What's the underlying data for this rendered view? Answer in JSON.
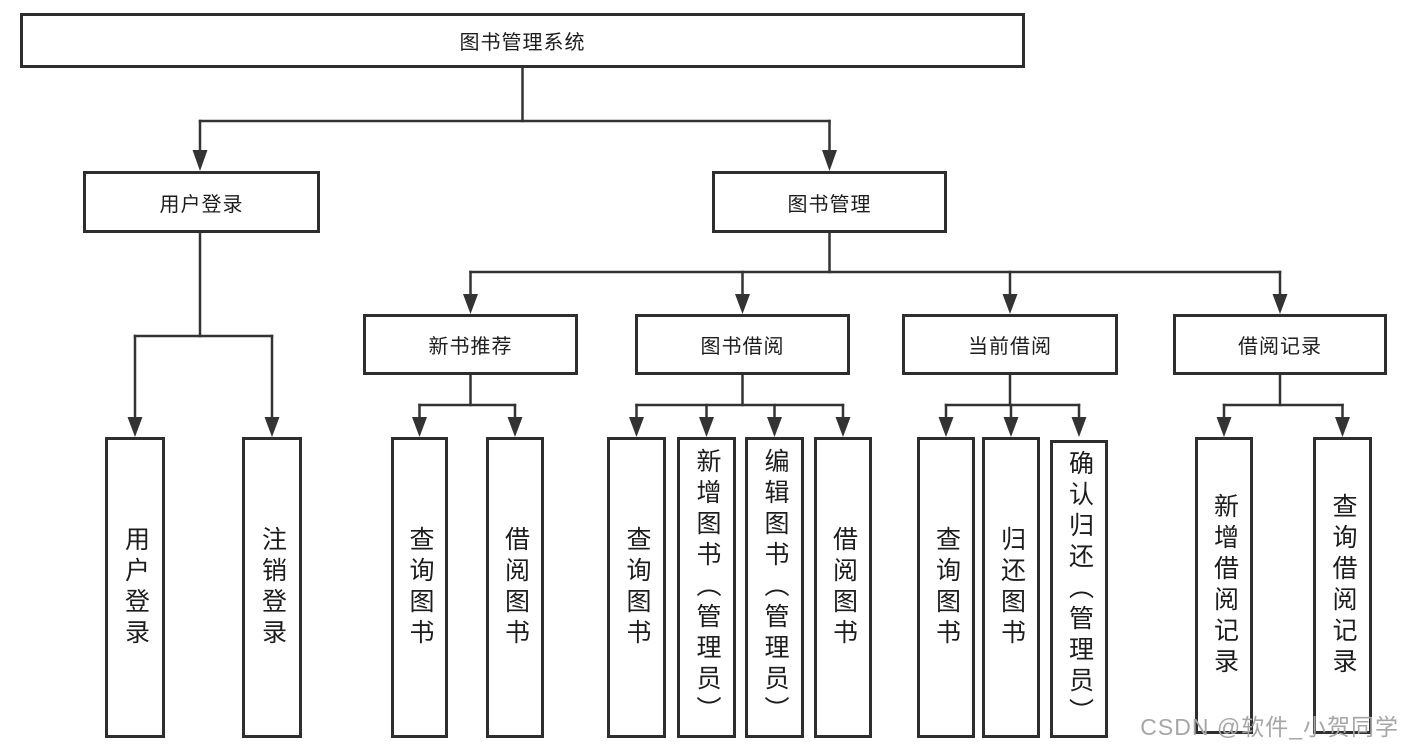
{
  "nodes": {
    "root": "图书管理系统",
    "level2": [
      "用户登录",
      "图书管理"
    ],
    "level3": [
      "新书推荐",
      "图书借阅",
      "当前借阅",
      "借阅记录"
    ],
    "user_login_children": [
      "用户登录",
      "注销登录"
    ],
    "new_book_children": [
      "查询图书",
      "借阅图书"
    ],
    "book_borrow_children": [
      "查询图书",
      "新增图书（管理员）",
      "编辑图书（管理员）",
      "借阅图书"
    ],
    "current_borrow_children": [
      "查询图书",
      "归还图书",
      "确认归还（管理员）"
    ],
    "borrow_record_children": [
      "新增借阅记录",
      "查询借阅记录"
    ]
  },
  "watermark": "CSDN @软件_小贺同学",
  "colors": {
    "line": "#333333",
    "box_border": "#2e2e2e",
    "text": "#1d1d1d",
    "watermark": "#a6a6a6",
    "background": "#ffffff"
  }
}
